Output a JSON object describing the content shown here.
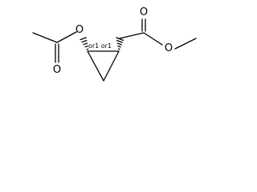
{
  "molecule": {
    "atoms": {
      "ester_carbonyl_oxygen": "O",
      "ester_alkoxy_oxygen": "O",
      "acetoxy_ring_oxygen": "O",
      "acetyl_carbonyl_oxygen": "O"
    },
    "stereo": {
      "c1": "or1",
      "c2": "or1"
    }
  }
}
